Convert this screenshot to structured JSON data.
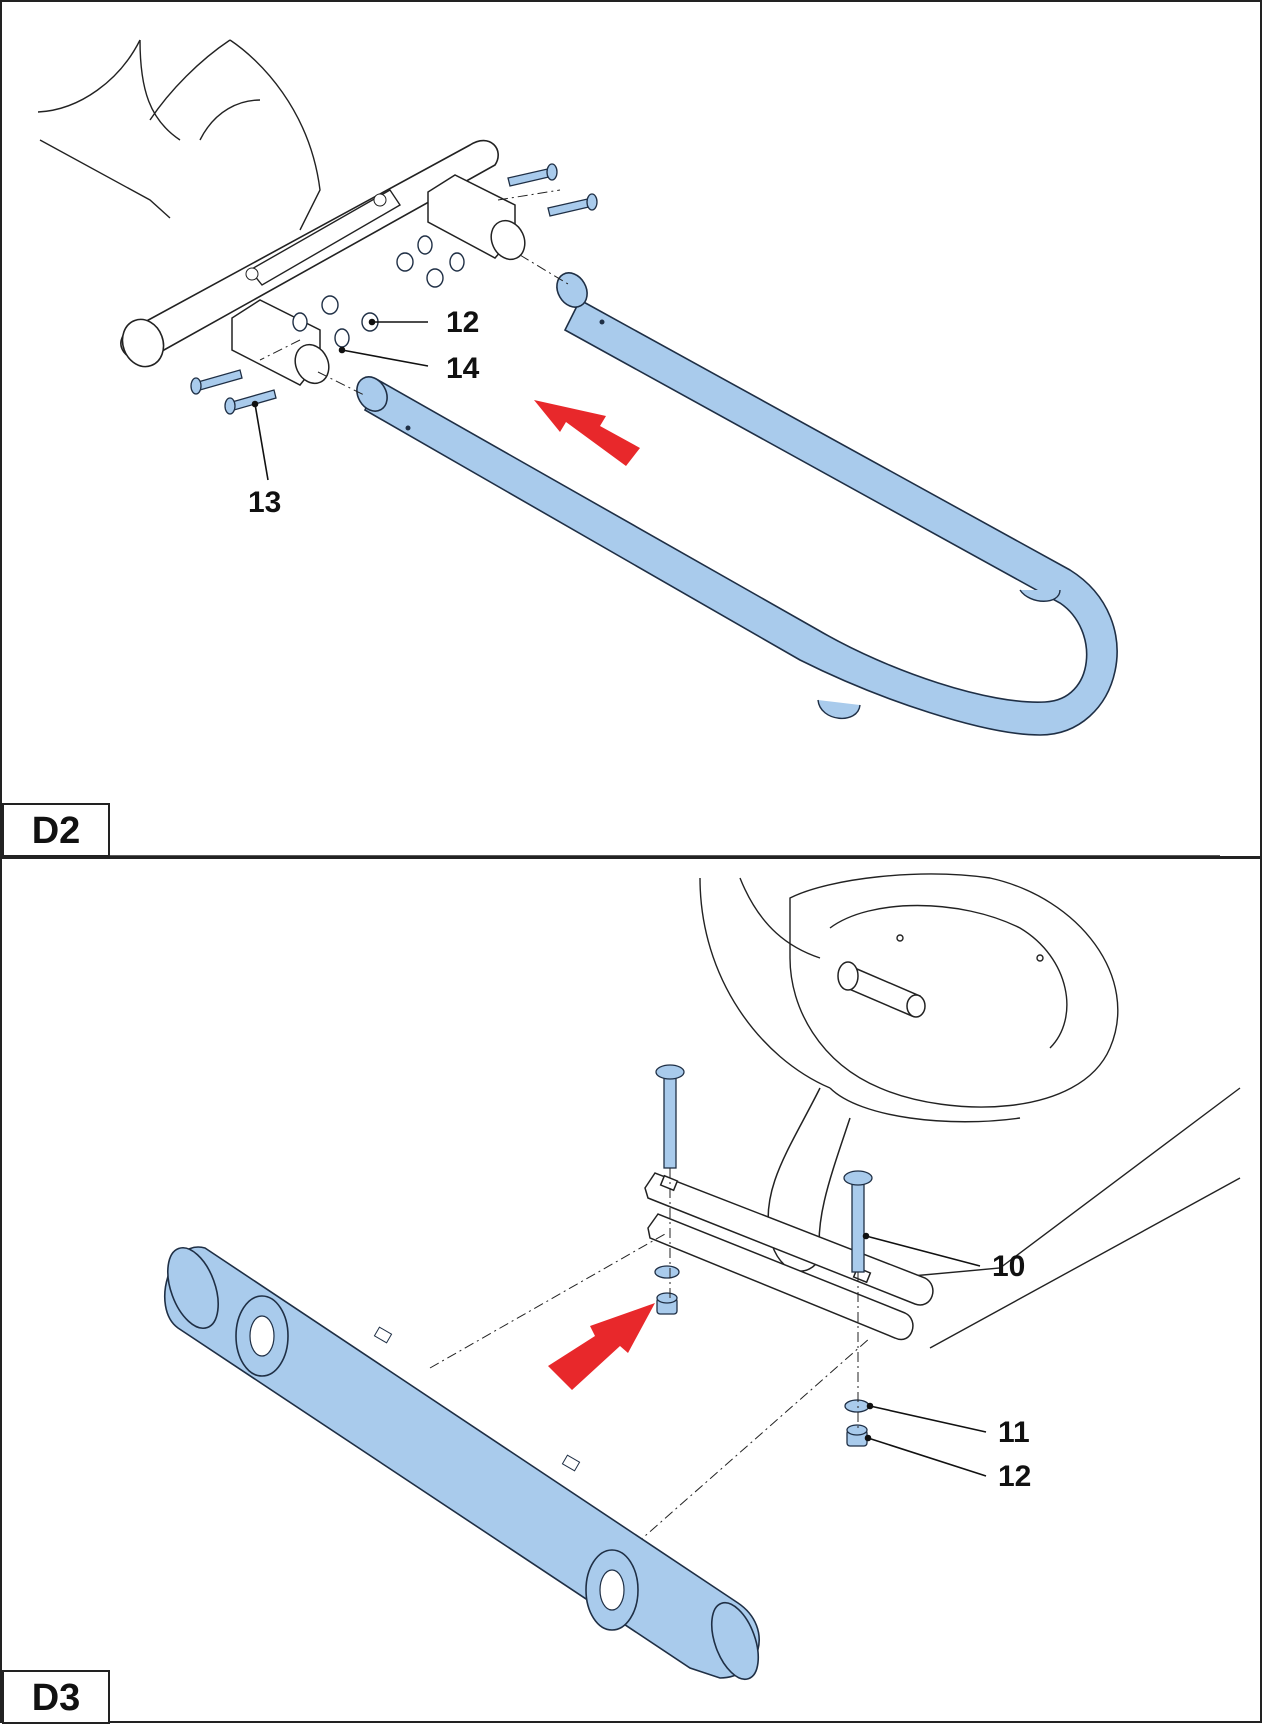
{
  "colors": {
    "part_fill": "#a9cbec",
    "part_stroke": "#1f2f45",
    "arrow": "#e8282b",
    "line": "#111111",
    "frame": "#222222"
  },
  "panels": [
    {
      "step_label": "D2",
      "callouts": [
        "12",
        "14",
        "13"
      ]
    },
    {
      "step_label": "D3",
      "callouts": [
        "10",
        "11",
        "12"
      ]
    }
  ]
}
